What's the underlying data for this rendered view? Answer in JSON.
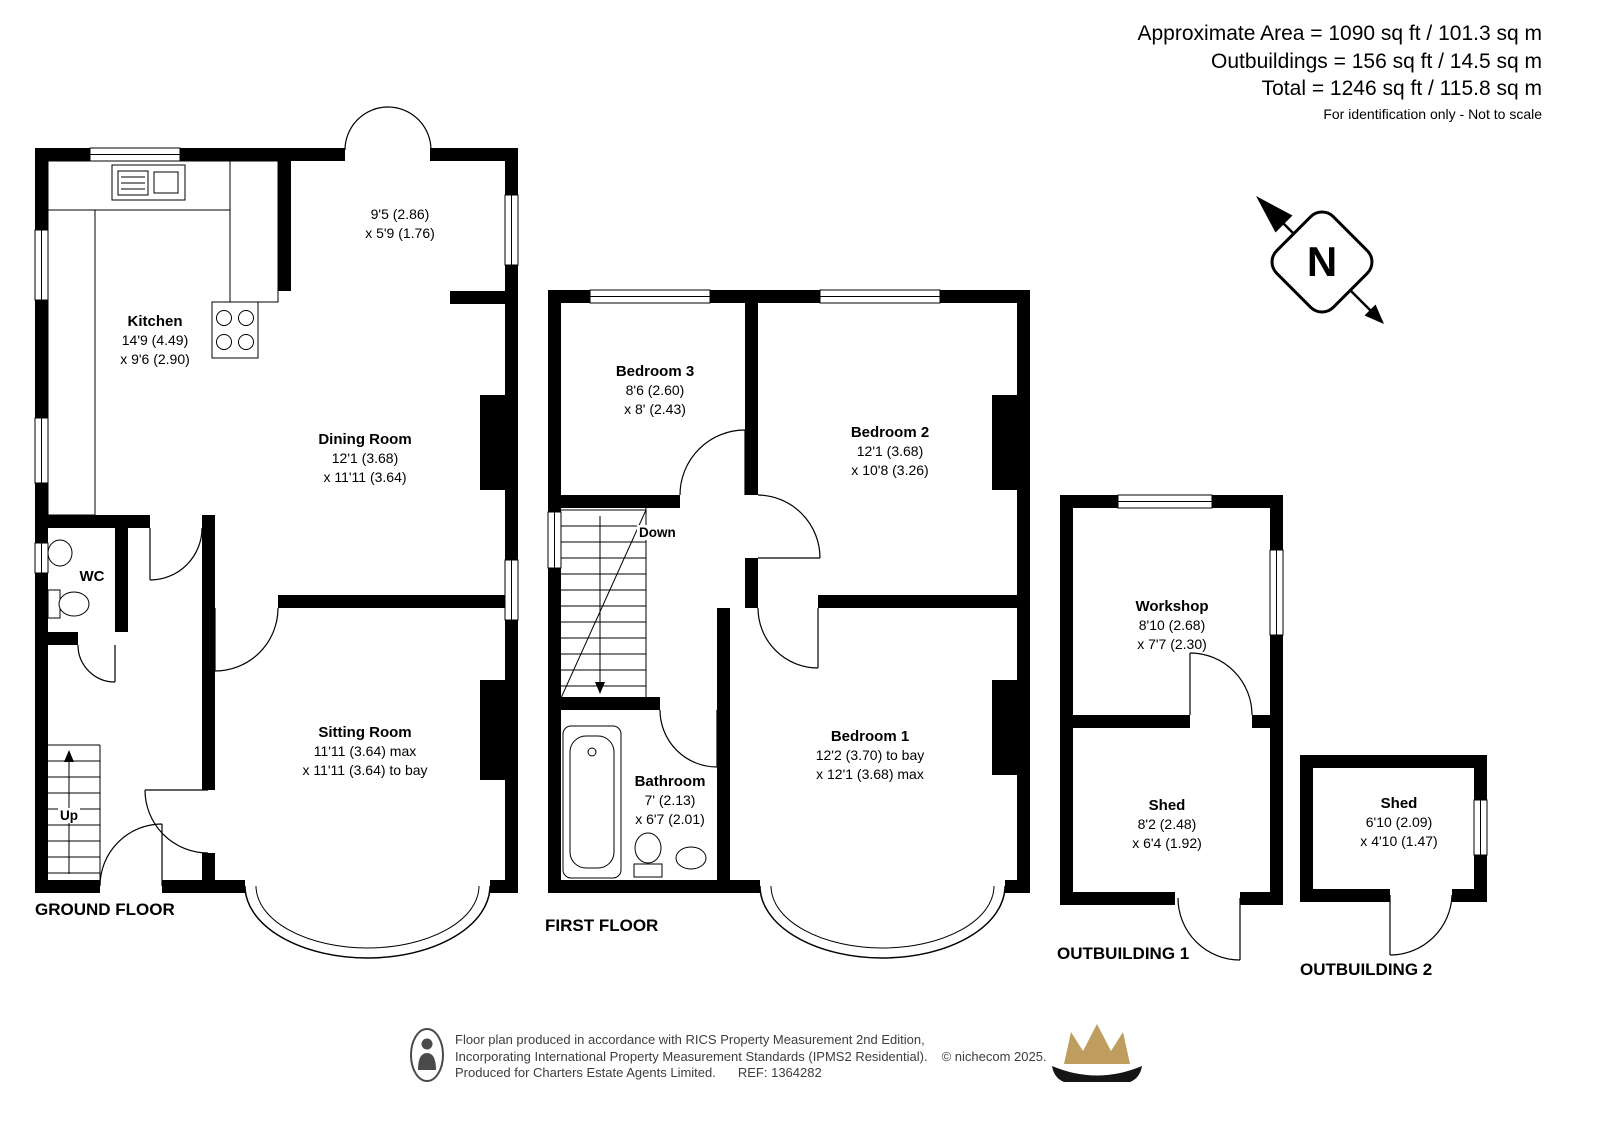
{
  "header": {
    "area_line1": "Approximate Area = 1090 sq ft / 101.3 sq m",
    "area_line2": "Outbuildings = 156 sq ft / 14.5 sq m",
    "area_line3": "Total = 1246 sq ft / 115.8 sq m",
    "disclaimer": "For identification only - Not to scale"
  },
  "compass": {
    "north_label": "N"
  },
  "floors": {
    "ground": {
      "label": "GROUND FLOOR",
      "rooms": {
        "kitchen": {
          "name": "Kitchen",
          "dim1": "14'9 (4.49)",
          "dim2": "x 9'6 (2.90)"
        },
        "rear_area": {
          "dim1": "9'5 (2.86)",
          "dim2": "x 5'9 (1.76)"
        },
        "dining": {
          "name": "Dining Room",
          "dim1": "12'1 (3.68)",
          "dim2": "x 11'11 (3.64)"
        },
        "wc": {
          "name": "WC"
        },
        "sitting": {
          "name": "Sitting Room",
          "dim1": "11'11 (3.64) max",
          "dim2": "x 11'11 (3.64) to bay"
        },
        "up_label": "Up"
      }
    },
    "first": {
      "label": "FIRST FLOOR",
      "rooms": {
        "bedroom3": {
          "name": "Bedroom 3",
          "dim1": "8'6 (2.60)",
          "dim2": "x 8' (2.43)"
        },
        "bedroom2": {
          "name": "Bedroom 2",
          "dim1": "12'1 (3.68)",
          "dim2": "x 10'8 (3.26)"
        },
        "bedroom1": {
          "name": "Bedroom 1",
          "dim1": "12'2 (3.70) to bay",
          "dim2": "x 12'1 (3.68) max"
        },
        "bathroom": {
          "name": "Bathroom",
          "dim1": "7' (2.13)",
          "dim2": "x 6'7 (2.01)"
        },
        "down_label": "Down"
      }
    },
    "outbuilding1": {
      "label": "OUTBUILDING 1",
      "rooms": {
        "workshop": {
          "name": "Workshop",
          "dim1": "8'10 (2.68)",
          "dim2": "x 7'7 (2.30)"
        },
        "shed": {
          "name": "Shed",
          "dim1": "8'2 (2.48)",
          "dim2": "x 6'4 (1.92)"
        }
      }
    },
    "outbuilding2": {
      "label": "OUTBUILDING 2",
      "rooms": {
        "shed": {
          "name": "Shed",
          "dim1": "6'10 (2.09)",
          "dim2": "x 4'10 (1.47)"
        }
      }
    }
  },
  "footer": {
    "line1": "Floor plan produced in accordance with RICS Property Measurement 2nd Edition,",
    "line2": "Incorporating International Property Measurement Standards (IPMS2 Residential).",
    "copyright": "© nichecom 2025.",
    "line3": "Produced for Charters Estate Agents Limited.",
    "ref": "REF: 1364282"
  },
  "colors": {
    "wall": "#000000",
    "crown_gold": "#bf9d5e",
    "crown_base": "#151515",
    "footer_text": "#3d3d3d"
  }
}
